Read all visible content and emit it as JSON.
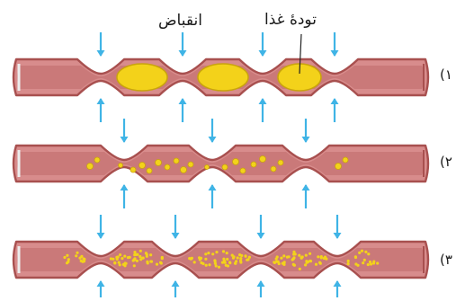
{
  "labels": {
    "contraction": "انقباض",
    "food_bolus": "تودهٔ غذا"
  },
  "rows": [
    {
      "number": "۱)"
    },
    {
      "number": "۲)"
    },
    {
      "number": "۳)"
    }
  ],
  "colors": {
    "tube_fill": "#d88c8c",
    "tube_edge": "#a8504f",
    "tube_shade": "#c06a6a",
    "food": "#f3d21a",
    "food_edge": "#c9a40c",
    "arrow": "#3fb4e6"
  }
}
